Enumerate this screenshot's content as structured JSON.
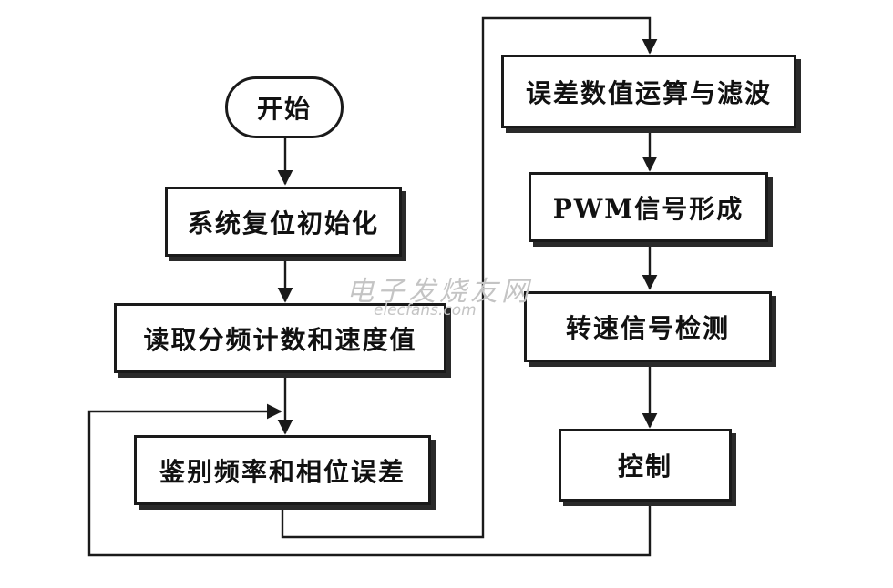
{
  "flowchart": {
    "start": "开始",
    "left_steps": [
      "系统复位初始化",
      "读取分频计数和速度值",
      "鉴别频率和相位误差"
    ],
    "right_steps": [
      "误差数值运算与滤波",
      "PWM信号形成",
      "转速信号检测",
      "控制"
    ]
  },
  "watermark": {
    "text": "电子发烧友网",
    "url": "elecfans.com"
  },
  "colors": {
    "line": "#1a1a1a",
    "watermark": "#c4c4c4",
    "background": "#ffffff"
  }
}
